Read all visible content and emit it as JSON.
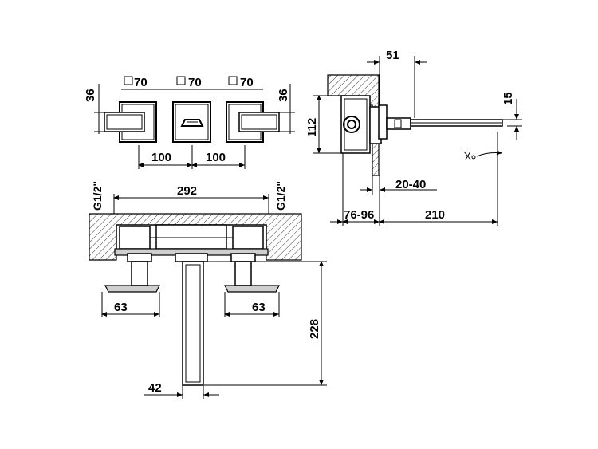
{
  "dimensions": {
    "handle_size_left": "70",
    "handle_size_mid": "70",
    "handle_size_right": "70",
    "handle_height_left": "36",
    "handle_height_right": "36",
    "spacing_left": "100",
    "spacing_right": "100",
    "total_width": "292",
    "thread_left": "G1/2\"",
    "thread_right": "G1/2\"",
    "flange_left": "63",
    "flange_right": "63",
    "spout_depth": "228",
    "spout_width": "42",
    "side_width": "51",
    "side_height": "112",
    "spout_height": "15",
    "wall_range": "20-40",
    "body_range": "76-96",
    "spout_length": "210"
  },
  "symbols": {
    "square_mark": "□"
  }
}
